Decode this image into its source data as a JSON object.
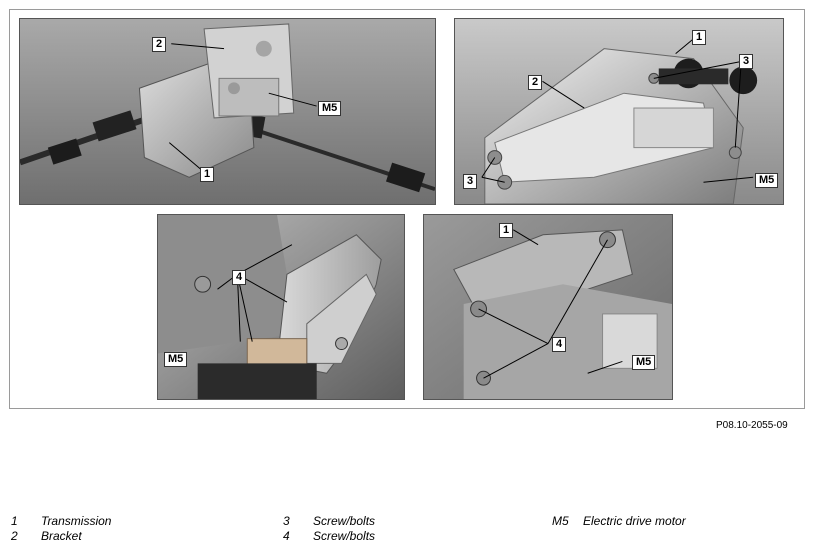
{
  "figure": {
    "reference": "P08.10-2055-09",
    "panels": [
      {
        "id": "top-left",
        "callouts": [
          "2",
          "M5",
          "1"
        ]
      },
      {
        "id": "top-right",
        "callouts": [
          "1",
          "3",
          "2",
          "3",
          "M5"
        ]
      },
      {
        "id": "bottom-left",
        "callouts": [
          "4",
          "M5"
        ]
      },
      {
        "id": "bottom-right",
        "callouts": [
          "1",
          "4",
          "M5"
        ]
      }
    ]
  },
  "legend": {
    "col1": [
      {
        "num": "1",
        "text": "Transmission"
      },
      {
        "num": "2",
        "text": "Bracket"
      }
    ],
    "col2": [
      {
        "num": "3",
        "text": "Screw/bolts"
      },
      {
        "num": "4",
        "text": "Screw/bolts"
      }
    ],
    "col3": [
      {
        "num": "M5",
        "text": "Electric drive motor"
      }
    ]
  }
}
